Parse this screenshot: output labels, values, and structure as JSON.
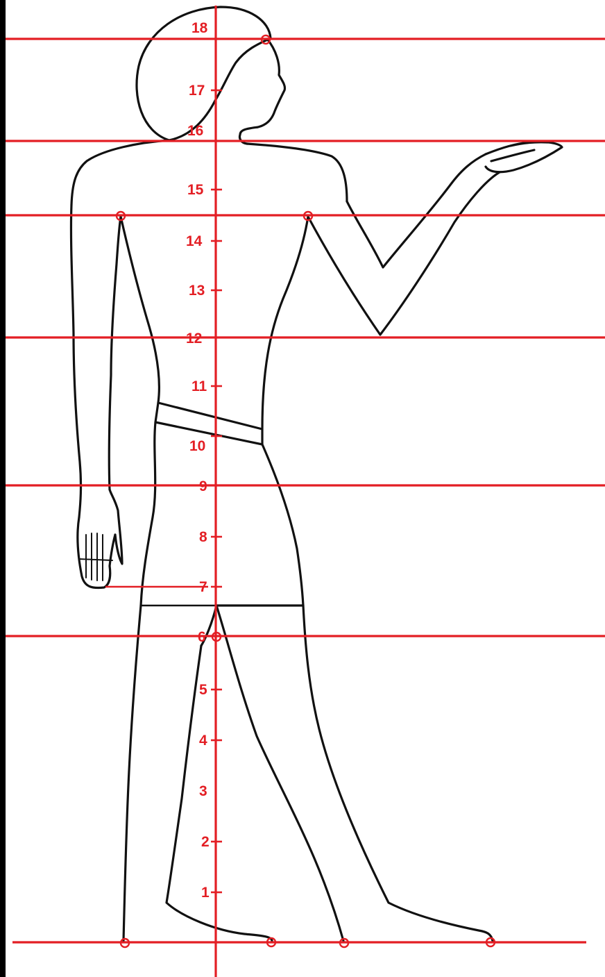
{
  "colors": {
    "background": "#000000",
    "panel": "#ffffff",
    "grid": "#e31e24",
    "outline": "#111111"
  },
  "grid": {
    "labels": [
      "1",
      "2",
      "3",
      "4",
      "5",
      "6",
      "7",
      "8",
      "9",
      "10",
      "11",
      "12",
      "13",
      "14",
      "15",
      "16",
      "17",
      "18"
    ]
  },
  "figure": {
    "subject": "standing-egyptian-figure-outline"
  }
}
